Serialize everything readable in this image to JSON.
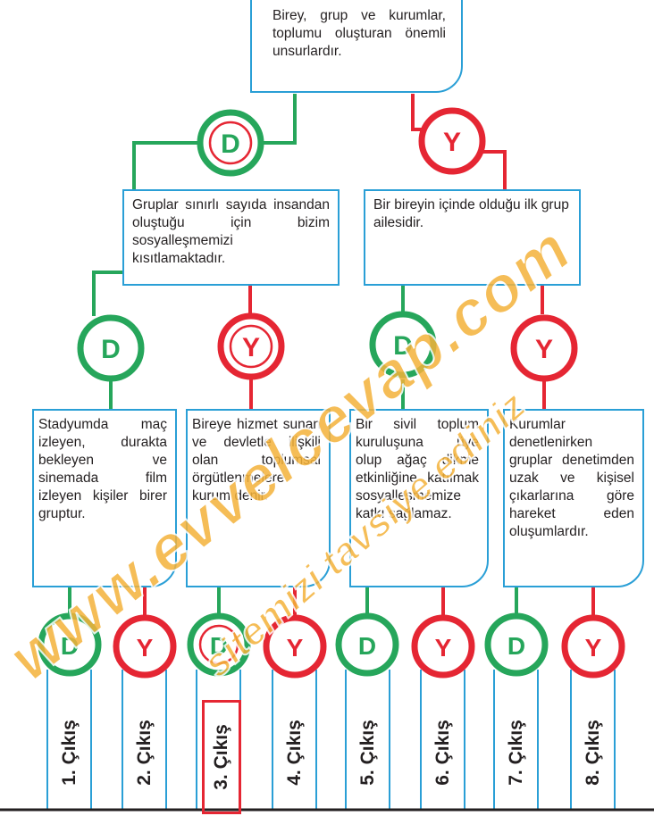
{
  "statements": {
    "top": "Birey, grup ve kurumlar, toplumu oluşturan önemli unsurlardır.",
    "left": "Gruplar sınırlı sayıda insandan oluştuğu için bizim sosyalleşmemizi kısıtlamaktadır.",
    "right": "Bir bireyin içinde olduğu ilk grup ailesidir.",
    "b1": "Stadyumda maç izleyen, durakta bekleyen ve sinemada film izleyen kişiler birer gruptur.",
    "b2": "Bireye hizmet sunan ve devletle ilişkili olan toplumsal örgütlenmelere kurum denir.",
    "b3": "Bir sivil toplum kuruluşuna üye olup ağaç dikme etkinliğine katılmak sosyalleşmemize katkı sağlamaz.",
    "b4": "Kurumlar denetlenirken gruplar denetimden uzak ve kişisel çıkarlarına göre hareket eden oluşumlardır."
  },
  "badges": {
    "true": "D",
    "false": "Y"
  },
  "exits": [
    "1. Çıkış",
    "2. Çıkış",
    "3. Çıkış",
    "4. Çıkış",
    "5. Çıkış",
    "6. Çıkış",
    "7. Çıkış",
    "8. Çıkış"
  ],
  "selected_exit": 3,
  "colors": {
    "true": "#26a65b",
    "false": "#e52633",
    "box_border": "#2a9fd6",
    "watermark": "#f4b23a"
  },
  "watermark": {
    "main": "www.evvelcevap.com",
    "sub": "sitemizi tavsiye ediniz"
  }
}
